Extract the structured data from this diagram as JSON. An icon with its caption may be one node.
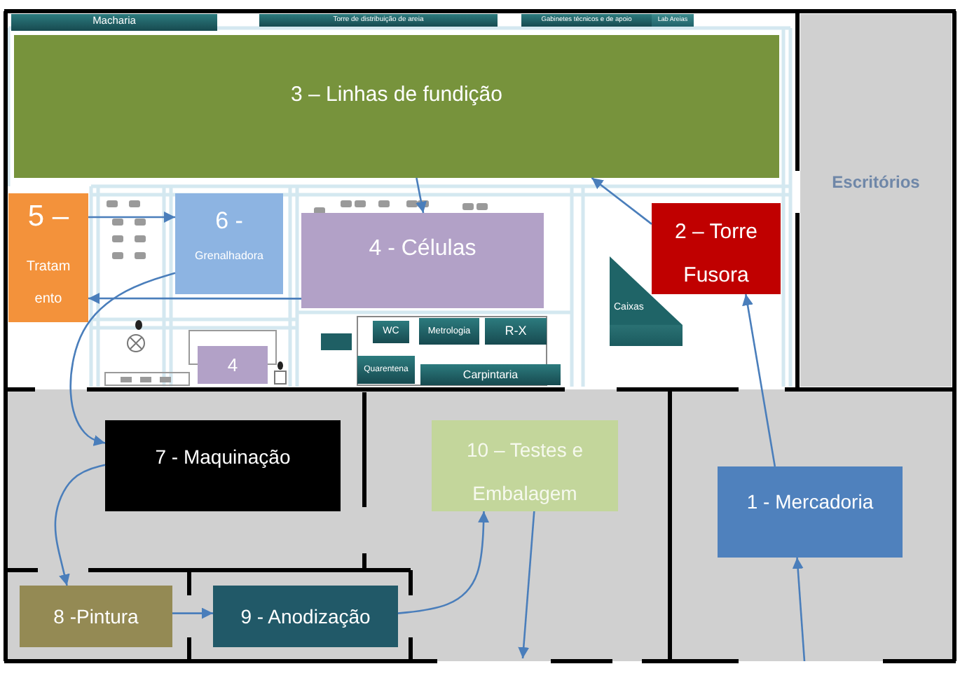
{
  "diagram": {
    "nodes": [
      {
        "text": [
          "Macharia"
        ]
      },
      {
        "text": [
          "Torre de distribuição de areia"
        ]
      },
      {
        "text": [
          "Gabinetes técnicos e de apoio"
        ]
      },
      {
        "text": [
          "Lab Areias"
        ]
      },
      {
        "text": [
          "3 – Linhas de fundição"
        ]
      },
      {
        "text": [
          "Escritórios"
        ]
      },
      {
        "text": [
          "5 –",
          "Tratamento"
        ]
      },
      {
        "text": [
          "6 -",
          "Grenalhadora"
        ]
      },
      {
        "text": [
          "4 - Células"
        ]
      },
      {
        "text": [
          "2 – Torre Fusora"
        ]
      },
      {
        "text": [
          "Caixas"
        ]
      },
      {
        "text": [
          "WC"
        ]
      },
      {
        "text": [
          "Metrologia"
        ]
      },
      {
        "text": [
          "R-X"
        ]
      },
      {
        "text": [
          "Quarentena"
        ]
      },
      {
        "text": [
          "4"
        ]
      },
      {
        "text": [
          "Carpintaria"
        ]
      },
      {
        "text": [
          "7 - Maquinação"
        ]
      },
      {
        "text": [
          "10 – Testes e Embalagem"
        ]
      },
      {
        "text": [
          "1 - Mercadoria"
        ]
      },
      {
        "text": [
          "8 -Pintura"
        ]
      },
      {
        "text": [
          "9 - Anodização"
        ]
      }
    ],
    "edges": [
      {
        "from": 19,
        "to": 9,
        "arrow": "to"
      },
      {
        "from": 9,
        "to": 4,
        "arrow": "to"
      },
      {
        "from": 4,
        "to": 8,
        "arrow": "to"
      },
      {
        "from": 8,
        "to": 6,
        "arrow": "to"
      },
      {
        "from": 6,
        "to": 7,
        "arrow": "to"
      },
      {
        "from": 7,
        "to": 17,
        "arrow": "to"
      },
      {
        "from": 17,
        "to": 20,
        "arrow": "to"
      },
      {
        "from": 20,
        "to": 21,
        "arrow": "to"
      },
      {
        "from": 21,
        "to": 18,
        "arrow": "to"
      },
      {
        "from": 18,
        "to": null,
        "arrow": "to"
      },
      {
        "from": null,
        "to": 19,
        "arrow": "to"
      }
    ]
  }
}
